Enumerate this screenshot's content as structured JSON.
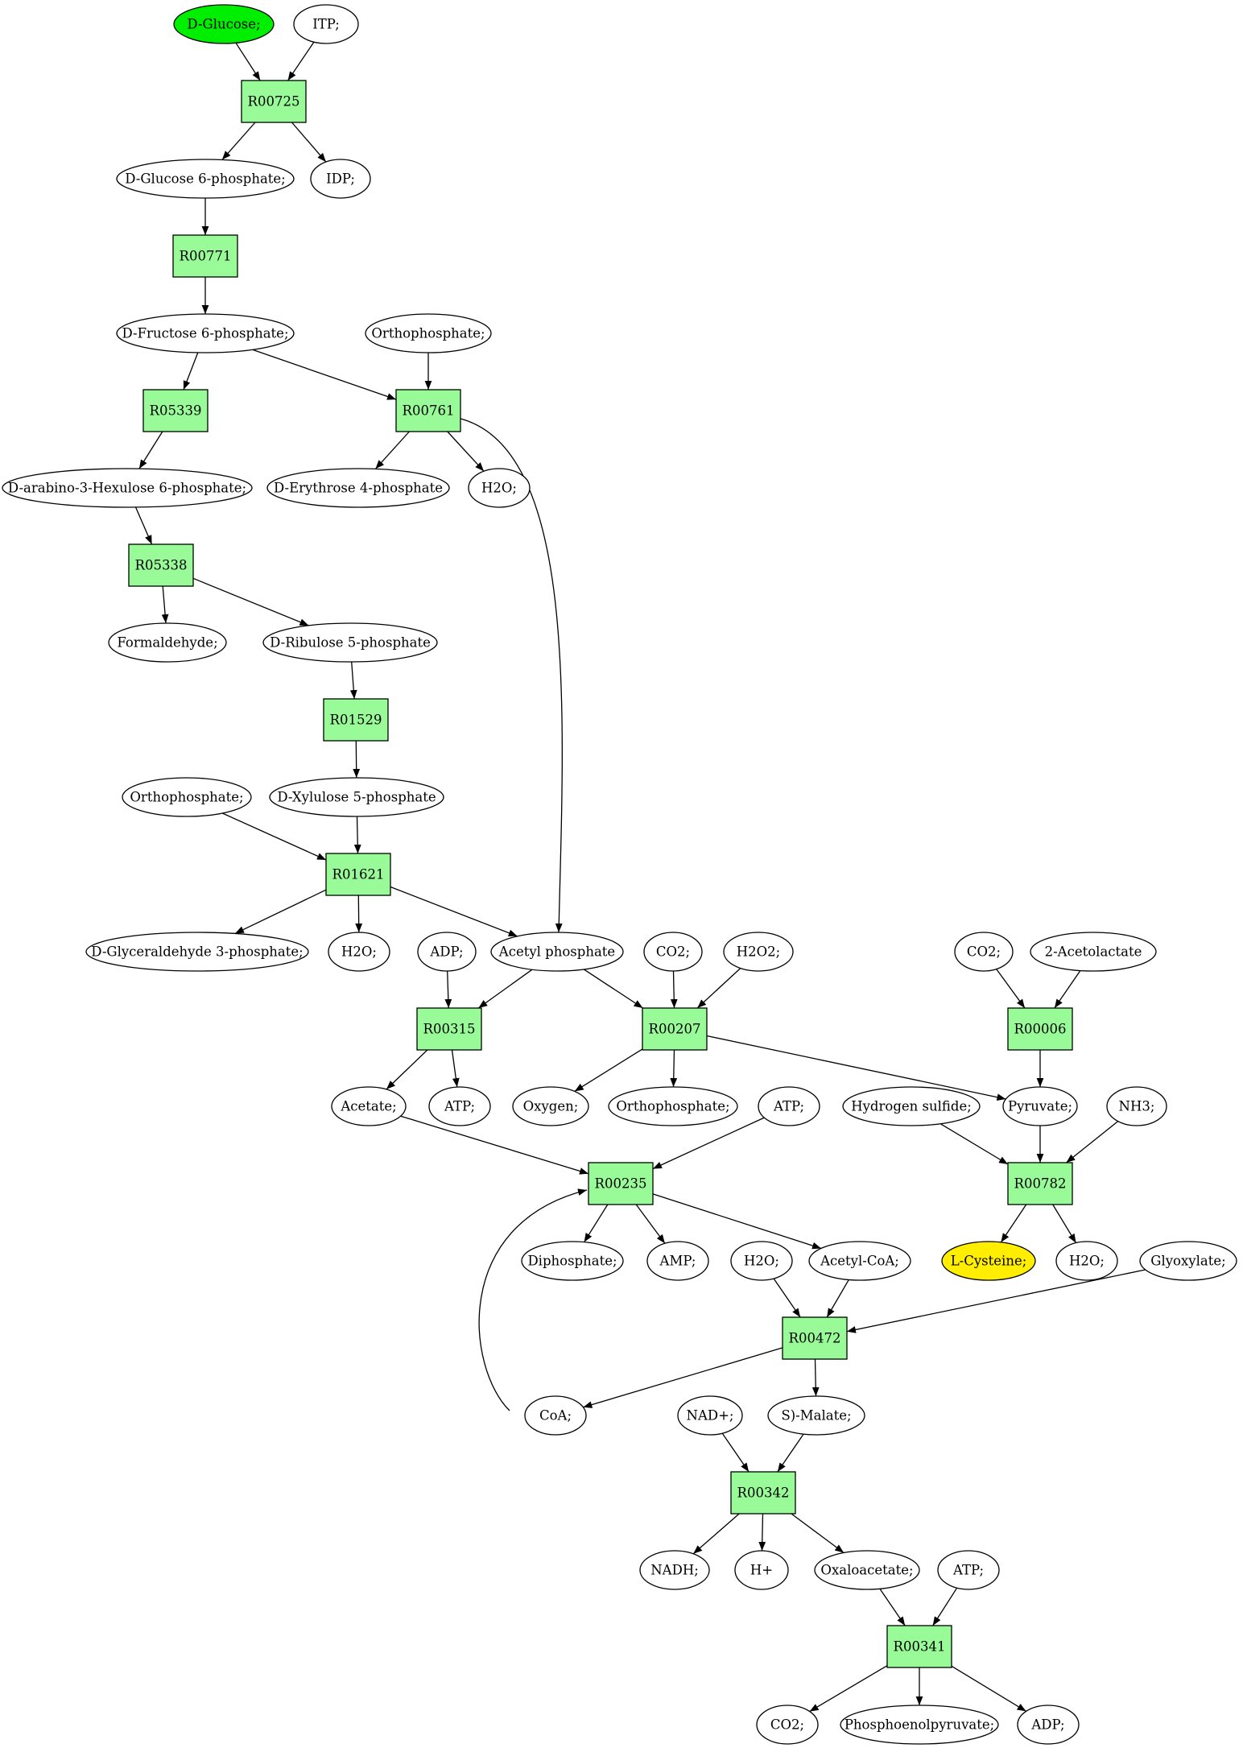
{
  "colors": {
    "reaction_fill": "#98fb98",
    "metabolite_fill": "#ffffff",
    "source_fill": "#00ee00",
    "target_fill": "#ffee00",
    "stroke": "#000000"
  },
  "reactions": [
    {
      "id": "R00725",
      "label": "R00725"
    },
    {
      "id": "R00771",
      "label": "R00771"
    },
    {
      "id": "R05339",
      "label": "R05339"
    },
    {
      "id": "R00761",
      "label": "R00761"
    },
    {
      "id": "R05338",
      "label": "R05338"
    },
    {
      "id": "R01529",
      "label": "R01529"
    },
    {
      "id": "R01621",
      "label": "R01621"
    },
    {
      "id": "R00315",
      "label": "R00315"
    },
    {
      "id": "R00207",
      "label": "R00207"
    },
    {
      "id": "R00006",
      "label": "R00006"
    },
    {
      "id": "R00235",
      "label": "R00235"
    },
    {
      "id": "R00782",
      "label": "R00782"
    },
    {
      "id": "R00472",
      "label": "R00472"
    },
    {
      "id": "R00342",
      "label": "R00342"
    },
    {
      "id": "R00341",
      "label": "R00341"
    }
  ],
  "metabolites": [
    {
      "id": "glucose",
      "label": "D-Glucose;",
      "role": "source"
    },
    {
      "id": "itp",
      "label": "ITP;"
    },
    {
      "id": "g6p",
      "label": "D-Glucose 6-phosphate;"
    },
    {
      "id": "idp",
      "label": "IDP;"
    },
    {
      "id": "f6p",
      "label": "D-Fructose 6-phosphate;"
    },
    {
      "id": "pi1",
      "label": "Orthophosphate;"
    },
    {
      "id": "hex6p",
      "label": "D-arabino-3-Hexulose 6-phosphate;"
    },
    {
      "id": "e4p",
      "label": "D-Erythrose 4-phosphate"
    },
    {
      "id": "h2o1",
      "label": "H2O;"
    },
    {
      "id": "hcho",
      "label": "Formaldehyde;"
    },
    {
      "id": "ru5p",
      "label": "D-Ribulose 5-phosphate"
    },
    {
      "id": "pi2",
      "label": "Orthophosphate;"
    },
    {
      "id": "xu5p",
      "label": "D-Xylulose 5-phosphate"
    },
    {
      "id": "g3p",
      "label": "D-Glyceraldehyde 3-phosphate;"
    },
    {
      "id": "h2o2",
      "label": "H2O;"
    },
    {
      "id": "adp1",
      "label": "ADP;"
    },
    {
      "id": "acp",
      "label": "Acetyl phosphate"
    },
    {
      "id": "co2a",
      "label": "CO2;"
    },
    {
      "id": "h2o2b",
      "label": "H2O2;"
    },
    {
      "id": "co2b",
      "label": "CO2;"
    },
    {
      "id": "acl",
      "label": "2-Acetolactate"
    },
    {
      "id": "acetate",
      "label": "Acetate;"
    },
    {
      "id": "atp1",
      "label": "ATP;"
    },
    {
      "id": "oxygen",
      "label": "Oxygen;"
    },
    {
      "id": "pi3",
      "label": "Orthophosphate;"
    },
    {
      "id": "atp2",
      "label": "ATP;"
    },
    {
      "id": "h2s",
      "label": "Hydrogen sulfide;"
    },
    {
      "id": "pyruvate",
      "label": "Pyruvate;"
    },
    {
      "id": "nh3",
      "label": "NH3;"
    },
    {
      "id": "ppi",
      "label": "Diphosphate;"
    },
    {
      "id": "amp",
      "label": "AMP;"
    },
    {
      "id": "h2o3",
      "label": "H2O;"
    },
    {
      "id": "accoa",
      "label": "Acetyl-CoA;"
    },
    {
      "id": "cys",
      "label": "L-Cysteine;",
      "role": "target"
    },
    {
      "id": "h2o4",
      "label": "H2O;"
    },
    {
      "id": "glyox",
      "label": "Glyoxylate;"
    },
    {
      "id": "coa",
      "label": "CoA;"
    },
    {
      "id": "nad",
      "label": "NAD+;"
    },
    {
      "id": "malate",
      "label": "S)-Malate;"
    },
    {
      "id": "nadh",
      "label": "NADH;"
    },
    {
      "id": "hplus",
      "label": "H+"
    },
    {
      "id": "oaa",
      "label": "Oxaloacetate;"
    },
    {
      "id": "atp3",
      "label": "ATP;"
    },
    {
      "id": "co2c",
      "label": "CO2;"
    },
    {
      "id": "pep",
      "label": "Phosphoenolpyruvate;"
    },
    {
      "id": "adp2",
      "label": "ADP;"
    }
  ],
  "edges": [
    {
      "from": "glucose",
      "to": "R00725"
    },
    {
      "from": "itp",
      "to": "R00725"
    },
    {
      "from": "R00725",
      "to": "g6p"
    },
    {
      "from": "R00725",
      "to": "idp"
    },
    {
      "from": "g6p",
      "to": "R00771"
    },
    {
      "from": "R00771",
      "to": "f6p"
    },
    {
      "from": "f6p",
      "to": "R05339"
    },
    {
      "from": "f6p",
      "to": "R00761"
    },
    {
      "from": "pi1",
      "to": "R00761"
    },
    {
      "from": "R05339",
      "to": "hex6p"
    },
    {
      "from": "R00761",
      "to": "e4p"
    },
    {
      "from": "R00761",
      "to": "h2o1"
    },
    {
      "from": "R00761",
      "to": "acp"
    },
    {
      "from": "hex6p",
      "to": "R05338"
    },
    {
      "from": "R05338",
      "to": "hcho"
    },
    {
      "from": "R05338",
      "to": "ru5p"
    },
    {
      "from": "ru5p",
      "to": "R01529"
    },
    {
      "from": "R01529",
      "to": "xu5p"
    },
    {
      "from": "xu5p",
      "to": "R01621"
    },
    {
      "from": "pi2",
      "to": "R01621"
    },
    {
      "from": "R01621",
      "to": "g3p"
    },
    {
      "from": "R01621",
      "to": "h2o2"
    },
    {
      "from": "R01621",
      "to": "acp"
    },
    {
      "from": "adp1",
      "to": "R00315"
    },
    {
      "from": "acp",
      "to": "R00315"
    },
    {
      "from": "acp",
      "to": "R00207"
    },
    {
      "from": "co2a",
      "to": "R00207"
    },
    {
      "from": "h2o2b",
      "to": "R00207"
    },
    {
      "from": "co2b",
      "to": "R00006"
    },
    {
      "from": "acl",
      "to": "R00006"
    },
    {
      "from": "R00315",
      "to": "acetate"
    },
    {
      "from": "R00315",
      "to": "atp1"
    },
    {
      "from": "R00207",
      "to": "oxygen"
    },
    {
      "from": "R00207",
      "to": "pi3"
    },
    {
      "from": "R00207",
      "to": "pyruvate"
    },
    {
      "from": "R00006",
      "to": "pyruvate"
    },
    {
      "from": "acetate",
      "to": "R00235"
    },
    {
      "from": "atp2",
      "to": "R00235"
    },
    {
      "from": "coa",
      "to": "R00235"
    },
    {
      "from": "h2s",
      "to": "R00782"
    },
    {
      "from": "pyruvate",
      "to": "R00782"
    },
    {
      "from": "nh3",
      "to": "R00782"
    },
    {
      "from": "R00235",
      "to": "ppi"
    },
    {
      "from": "R00235",
      "to": "amp"
    },
    {
      "from": "R00235",
      "to": "accoa"
    },
    {
      "from": "R00782",
      "to": "cys"
    },
    {
      "from": "R00782",
      "to": "h2o4"
    },
    {
      "from": "h2o3",
      "to": "R00472"
    },
    {
      "from": "accoa",
      "to": "R00472"
    },
    {
      "from": "glyox",
      "to": "R00472"
    },
    {
      "from": "R00472",
      "to": "coa"
    },
    {
      "from": "R00472",
      "to": "malate"
    },
    {
      "from": "nad",
      "to": "R00342"
    },
    {
      "from": "malate",
      "to": "R00342"
    },
    {
      "from": "R00342",
      "to": "nadh"
    },
    {
      "from": "R00342",
      "to": "hplus"
    },
    {
      "from": "R00342",
      "to": "oaa"
    },
    {
      "from": "oaa",
      "to": "R00341"
    },
    {
      "from": "atp3",
      "to": "R00341"
    },
    {
      "from": "R00341",
      "to": "co2c"
    },
    {
      "from": "R00341",
      "to": "pep"
    },
    {
      "from": "R00341",
      "to": "adp2"
    }
  ]
}
